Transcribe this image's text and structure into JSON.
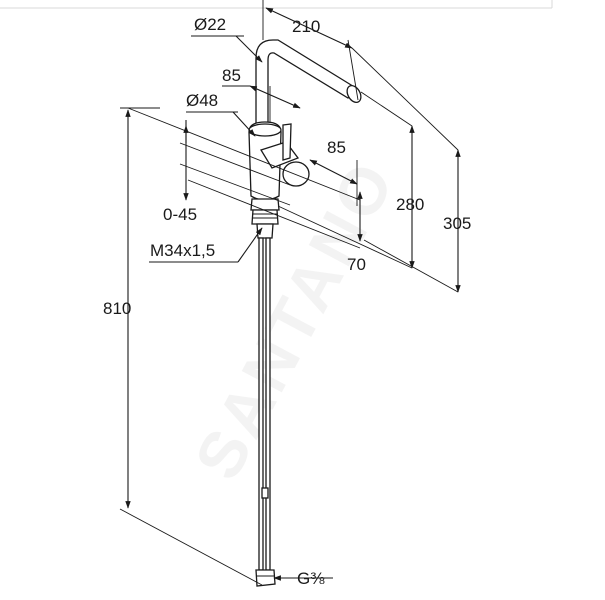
{
  "watermark": "SANTANO",
  "dimensions": {
    "spout_diameter": "Ø22",
    "spout_reach": "210",
    "lever_offset": "85",
    "body_diameter": "Ø48",
    "lever_length": "85",
    "swivel_range": "0-45",
    "spout_height": "280",
    "total_top_height": "305",
    "base_depth": "70",
    "thread": "M34x1,5",
    "total_height": "810",
    "connection": "G⅜"
  }
}
